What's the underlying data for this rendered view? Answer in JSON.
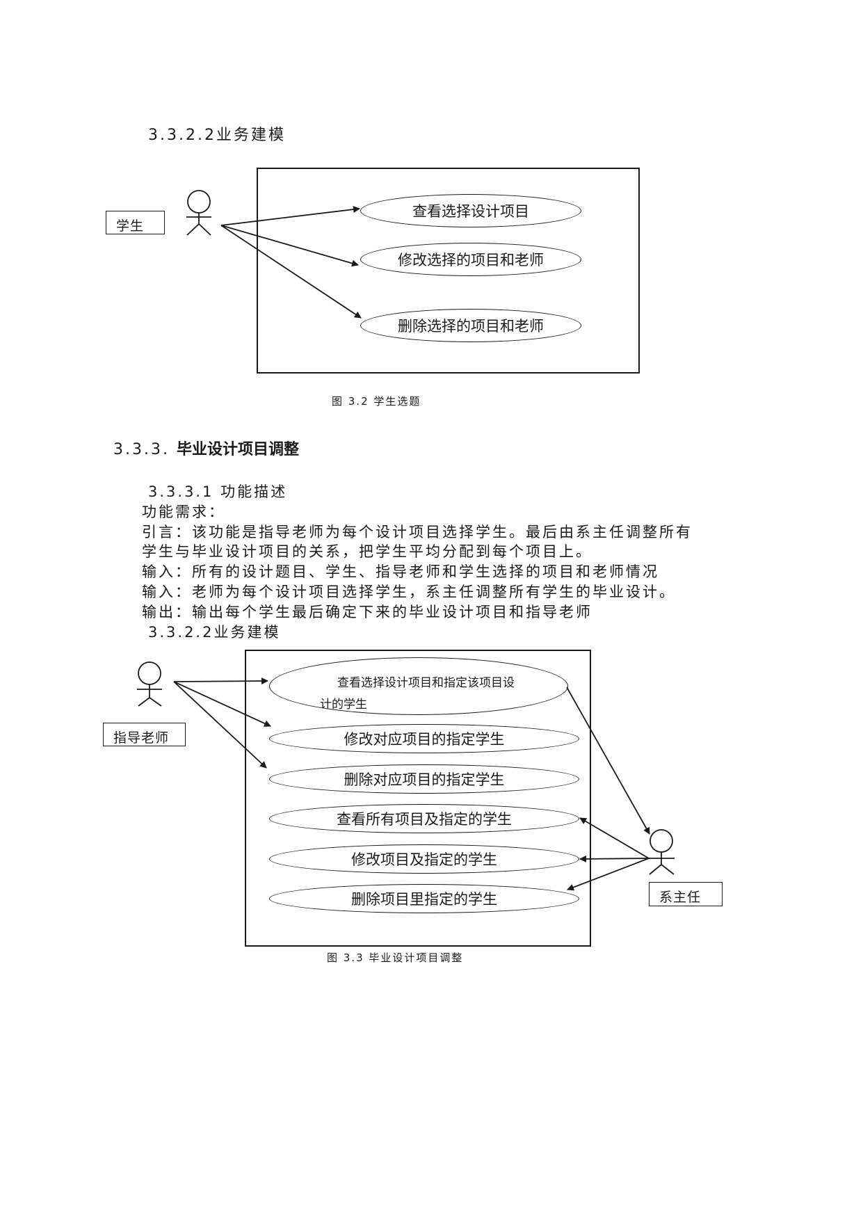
{
  "section1": {
    "subheading": "3.3.2.2业务建模",
    "diagram": {
      "actor": "学生",
      "use_cases": [
        "查看选择设计项目",
        "修改选择的项目和老师",
        "删除选择的项目和老师"
      ]
    },
    "caption": "图 3.2  学生选题"
  },
  "section2": {
    "number": "3.3.3.",
    "title": "毕业设计项目调整",
    "subheading": "3.3.3.1  功能描述",
    "lines": [
      "功能需求：",
      " 引言：该功能是指导老师为每个设计项目选择学生。最后由系主任调整所有",
      "学生与毕业设计项目的关系，把学生平均分配到每个项目上。",
      " 输入：所有的设计题目、学生、指导老师和学生选择的项目和老师情况",
      " 输入：老师为每个设计项目选择学生，系主任调整所有学生的毕业设计。",
      " 输出：输出每个学生最后确定下来的毕业设计项目和指导老师"
    ],
    "subheading2": "3.3.2.2业务建模",
    "diagram": {
      "actor_left": "指导老师",
      "actor_right": "系主任",
      "use_case_1_line1": "查看选择设计项目和指定该项目设",
      "use_case_1_line2": "计的学生",
      "use_cases": [
        "修改对应项目的指定学生",
        "删除对应项目的指定学生",
        "查看所有项目及指定的学生",
        "修改项目及指定的学生",
        "删除项目里指定的学生"
      ]
    },
    "caption": "图 3.3  毕业设计项目调整"
  }
}
